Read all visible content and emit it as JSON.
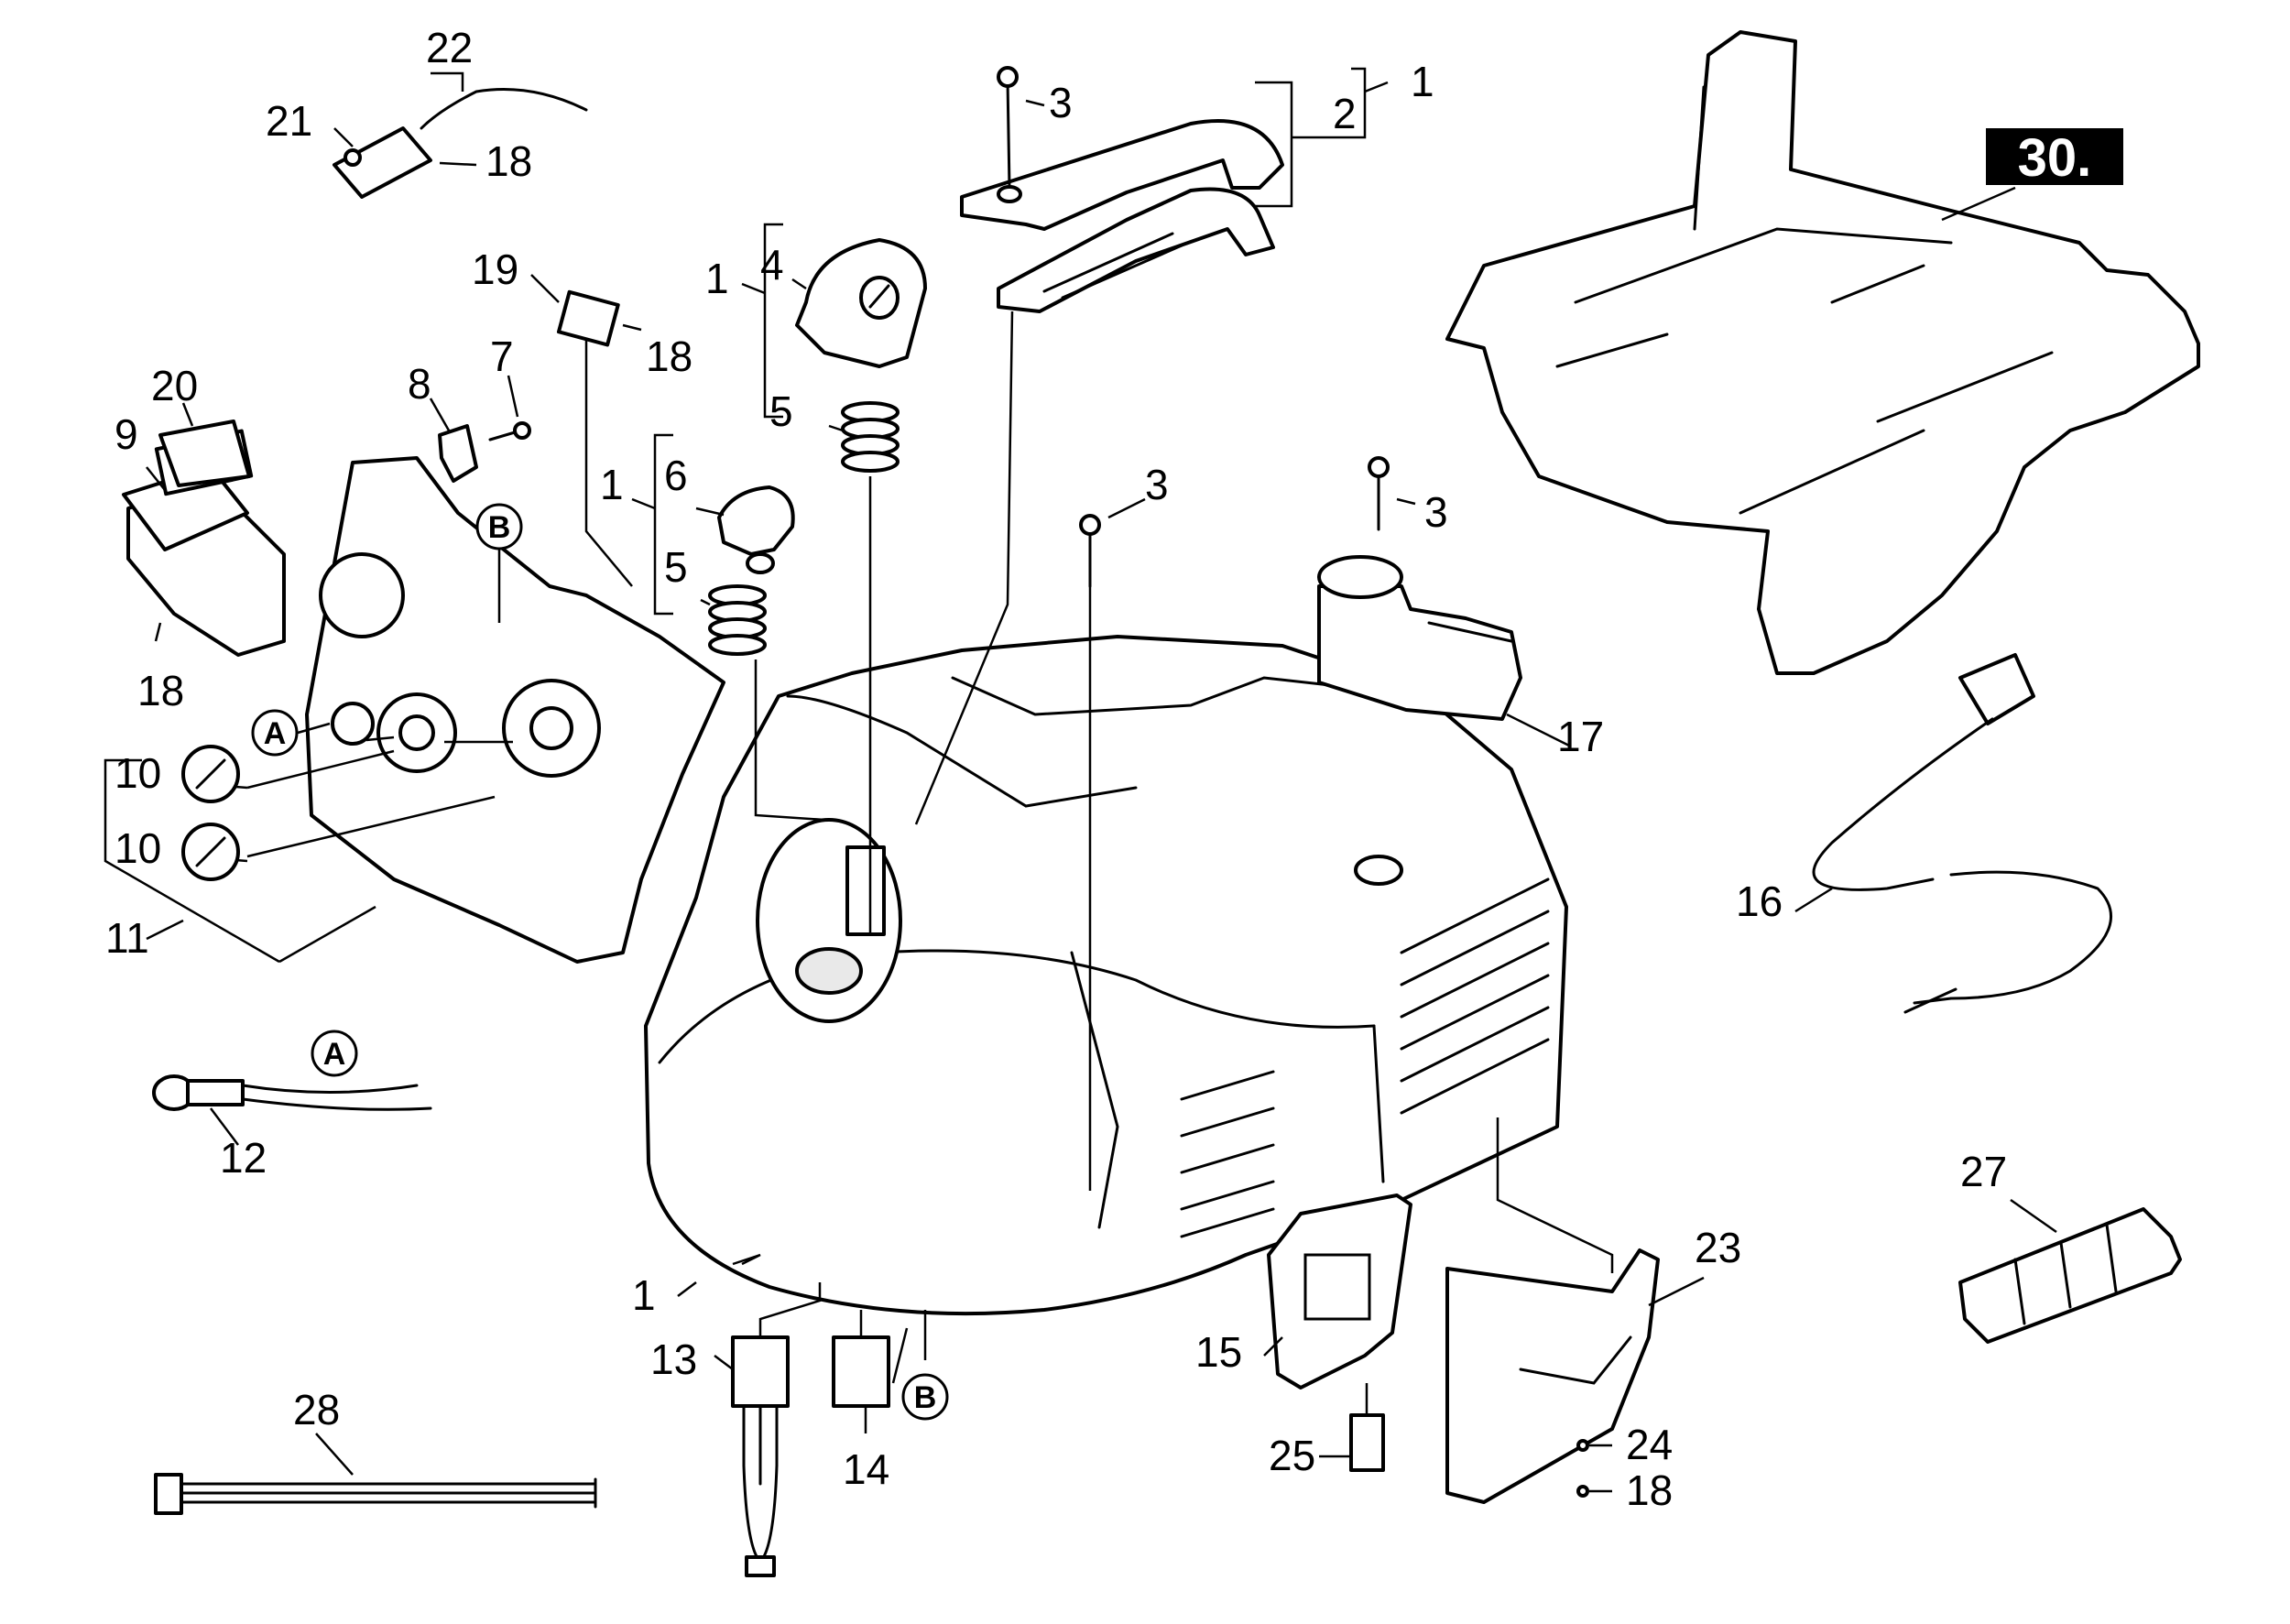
{
  "badge": "30.",
  "callouts": {
    "c1_top": "1",
    "c2_top": "2",
    "c3_handle": "3",
    "c1_knob4": "1",
    "c4": "4",
    "c5_upper": "5",
    "c1_knob6": "1",
    "c6": "6",
    "c5_lower": "5",
    "c3_center": "3",
    "c3_right": "3",
    "c17": "17",
    "c22": "22",
    "c21": "21",
    "c18_top": "18",
    "c19": "19",
    "c18_mid": "18",
    "c7": "7",
    "c8": "8",
    "c20": "20",
    "c9": "9",
    "c18_left": "18",
    "c10_a": "10",
    "c10_b": "10",
    "c11": "11",
    "c12": "12",
    "c1_bottom": "1",
    "c13": "13",
    "c14": "14",
    "c15": "15",
    "c25": "25",
    "c23": "23",
    "c24": "24",
    "c18_bottom": "18",
    "c16": "16",
    "c27": "27",
    "c28": "28"
  },
  "markers": {
    "B_upper": "B",
    "A_left": "A",
    "A_cable": "A",
    "B_lower": "B"
  }
}
